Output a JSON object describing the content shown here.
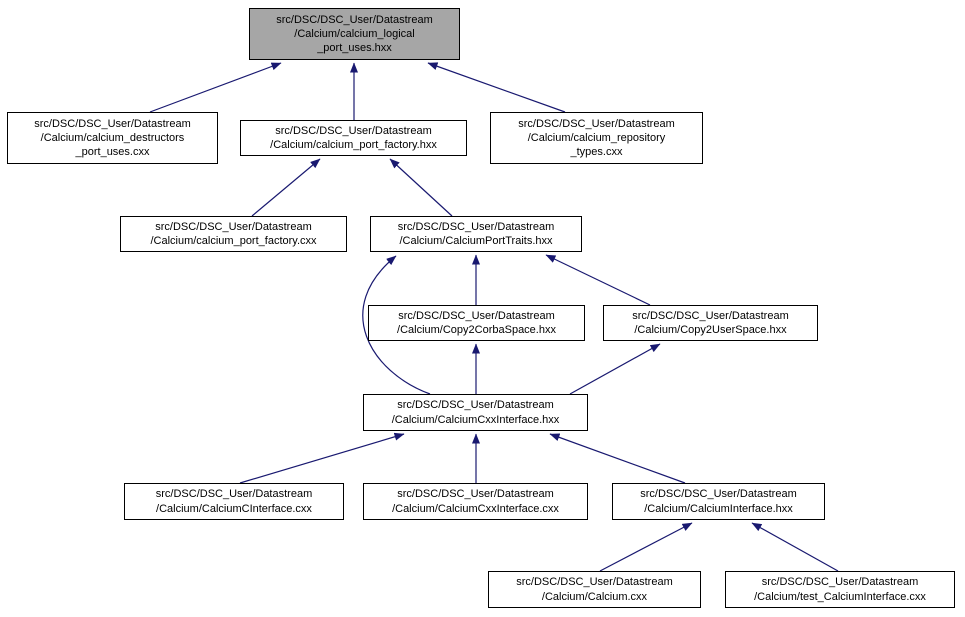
{
  "diagram": {
    "type": "include-dependency-graph",
    "colors": {
      "arrow": "#191970",
      "node_border": "#000000",
      "node_fill": "#ffffff",
      "highlight_fill": "#a6a6a6"
    },
    "nodes": [
      {
        "id": "calcium_logical_port_uses.hxx",
        "highlighted": true,
        "label": "src/DSC/DSC_User/Datastream\n/Calcium/calcium_logical\n_port_uses.hxx"
      },
      {
        "id": "calcium_destructors_port_uses.cxx",
        "highlighted": false,
        "label": "src/DSC/DSC_User/Datastream\n/Calcium/calcium_destructors\n_port_uses.cxx"
      },
      {
        "id": "calcium_port_factory.hxx",
        "highlighted": false,
        "label": "src/DSC/DSC_User/Datastream\n/Calcium/calcium_port_factory.hxx"
      },
      {
        "id": "calcium_repository_types.cxx",
        "highlighted": false,
        "label": "src/DSC/DSC_User/Datastream\n/Calcium/calcium_repository\n_types.cxx"
      },
      {
        "id": "calcium_port_factory.cxx",
        "highlighted": false,
        "label": "src/DSC/DSC_User/Datastream\n/Calcium/calcium_port_factory.cxx"
      },
      {
        "id": "CalciumPortTraits.hxx",
        "highlighted": false,
        "label": "src/DSC/DSC_User/Datastream\n/Calcium/CalciumPortTraits.hxx"
      },
      {
        "id": "Copy2CorbaSpace.hxx",
        "highlighted": false,
        "label": "src/DSC/DSC_User/Datastream\n/Calcium/Copy2CorbaSpace.hxx"
      },
      {
        "id": "Copy2UserSpace.hxx",
        "highlighted": false,
        "label": "src/DSC/DSC_User/Datastream\n/Calcium/Copy2UserSpace.hxx"
      },
      {
        "id": "CalciumCxxInterface.hxx",
        "highlighted": false,
        "label": "src/DSC/DSC_User/Datastream\n/Calcium/CalciumCxxInterface.hxx"
      },
      {
        "id": "CalciumCInterface.cxx",
        "highlighted": false,
        "label": "src/DSC/DSC_User/Datastream\n/Calcium/CalciumCInterface.cxx"
      },
      {
        "id": "CalciumCxxInterface.cxx",
        "highlighted": false,
        "label": "src/DSC/DSC_User/Datastream\n/Calcium/CalciumCxxInterface.cxx"
      },
      {
        "id": "CalciumInterface.hxx",
        "highlighted": false,
        "label": "src/DSC/DSC_User/Datastream\n/Calcium/CalciumInterface.hxx"
      },
      {
        "id": "Calcium.cxx",
        "highlighted": false,
        "label": "src/DSC/DSC_User/Datastream\n/Calcium/Calcium.cxx"
      },
      {
        "id": "test_CalciumInterface.cxx",
        "highlighted": false,
        "label": "src/DSC/DSC_User/Datastream\n/Calcium/test_CalciumInterface.cxx"
      }
    ],
    "edges": [
      {
        "from": "calcium_destructors_port_uses.cxx",
        "to": "calcium_logical_port_uses.hxx"
      },
      {
        "from": "calcium_port_factory.hxx",
        "to": "calcium_logical_port_uses.hxx"
      },
      {
        "from": "calcium_repository_types.cxx",
        "to": "calcium_logical_port_uses.hxx"
      },
      {
        "from": "calcium_port_factory.cxx",
        "to": "calcium_port_factory.hxx"
      },
      {
        "from": "CalciumPortTraits.hxx",
        "to": "calcium_port_factory.hxx"
      },
      {
        "from": "Copy2CorbaSpace.hxx",
        "to": "CalciumPortTraits.hxx"
      },
      {
        "from": "Copy2UserSpace.hxx",
        "to": "CalciumPortTraits.hxx"
      },
      {
        "from": "CalciumCxxInterface.hxx",
        "to": "CalciumPortTraits.hxx"
      },
      {
        "from": "CalciumCxxInterface.hxx",
        "to": "Copy2CorbaSpace.hxx"
      },
      {
        "from": "CalciumCxxInterface.hxx",
        "to": "Copy2UserSpace.hxx"
      },
      {
        "from": "CalciumCInterface.cxx",
        "to": "CalciumCxxInterface.hxx"
      },
      {
        "from": "CalciumCxxInterface.cxx",
        "to": "CalciumCxxInterface.hxx"
      },
      {
        "from": "CalciumInterface.hxx",
        "to": "CalciumCxxInterface.hxx"
      },
      {
        "from": "Calcium.cxx",
        "to": "CalciumInterface.hxx"
      },
      {
        "from": "test_CalciumInterface.cxx",
        "to": "CalciumInterface.hxx"
      }
    ]
  }
}
